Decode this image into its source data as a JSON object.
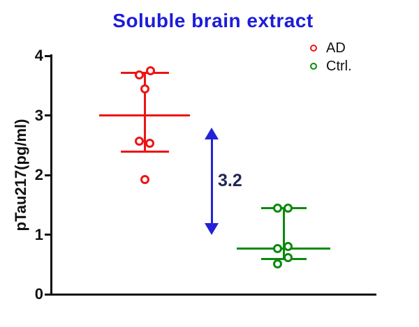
{
  "figure": {
    "title": "Soluble brain extract"
  },
  "chart_data": {
    "type": "scatter",
    "title": "Soluble brain extract",
    "xlabel": "",
    "ylabel": "pTau217(pg/ml)",
    "ylim": [
      0,
      4
    ],
    "yticks": [
      0,
      1,
      2,
      3,
      4
    ],
    "grid": false,
    "legend_position": "top-right",
    "colors": {
      "title": "#1c1cdb",
      "axis": "#111111",
      "arrow": "#2222d8",
      "annotation_text": "#232858"
    },
    "groups": [
      {
        "name": "AD",
        "color": "#ee1414",
        "mean": 3.0,
        "error_low": 2.39,
        "error_high": 3.71,
        "points": [
          {
            "value": 3.68,
            "dx": -8
          },
          {
            "value": 3.75,
            "dx": 8
          },
          {
            "value": 3.45,
            "dx": 0
          },
          {
            "value": 2.57,
            "dx": -8
          },
          {
            "value": 2.53,
            "dx": 7
          },
          {
            "value": 1.92,
            "dx": 0
          }
        ]
      },
      {
        "name": "Ctrl.",
        "color": "#0b8a0b",
        "mean": 0.77,
        "error_low": 0.585,
        "error_high": 1.44,
        "points": [
          {
            "value": 1.44,
            "dx": -9
          },
          {
            "value": 1.45,
            "dx": 6
          },
          {
            "value": 0.77,
            "dx": -9
          },
          {
            "value": 0.8,
            "dx": 6
          },
          {
            "value": 0.61,
            "dx": 6
          },
          {
            "value": 0.51,
            "dx": -9
          }
        ]
      }
    ],
    "annotation": {
      "text": "3.2",
      "arrow_top_value": 2.8,
      "arrow_bottom_value": 1.0
    },
    "legend": [
      {
        "label": "AD",
        "color": "#ee1414"
      },
      {
        "label": "Ctrl.",
        "color": "#0b8a0b"
      }
    ]
  }
}
